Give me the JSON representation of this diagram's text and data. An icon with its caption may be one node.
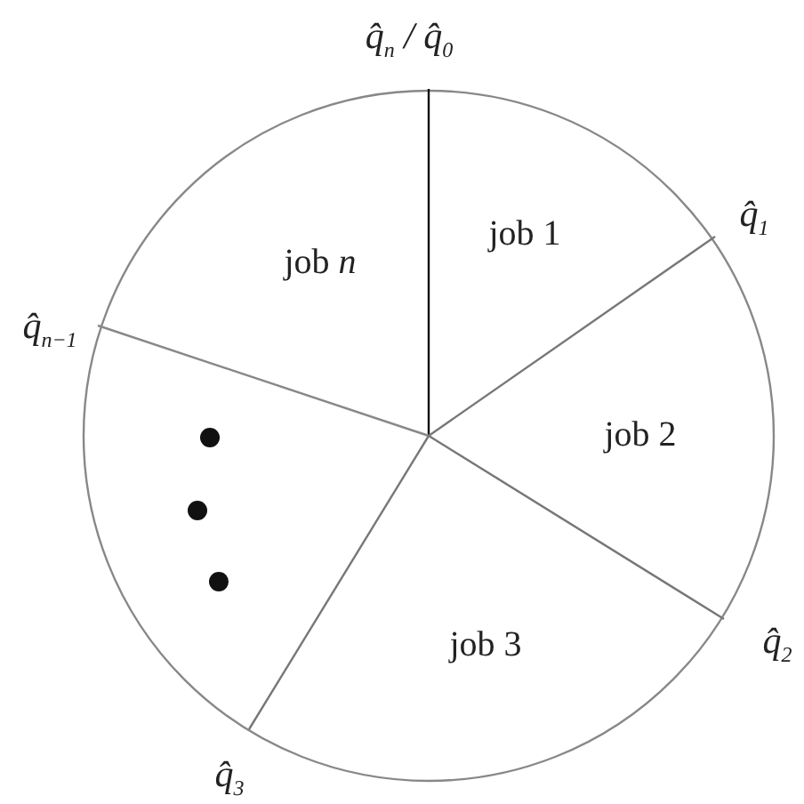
{
  "diagram": {
    "nodes": [
      {
        "text": [
          "job *n*",
          "job 1",
          "job 2",
          "job 3"
        ]
      }
    ],
    "labels": [
      "q̂$_{n}$ / q̂$_{0}$",
      "q̂$_{1}$",
      "q̂$_{n−1}$",
      "q̂$_{2}$",
      "q̂$_{3}$"
    ]
  }
}
